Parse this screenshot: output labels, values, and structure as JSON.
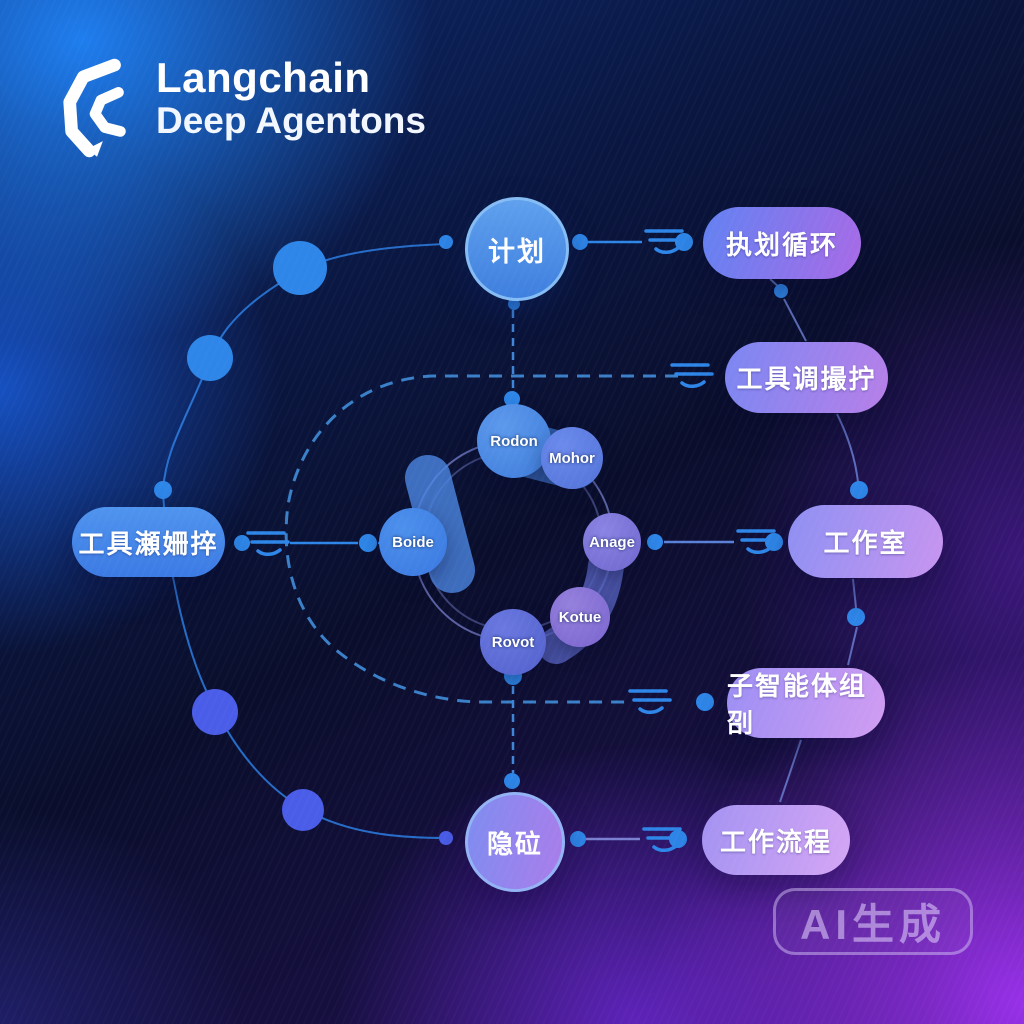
{
  "brand": {
    "name": "Langchain",
    "subtitle": "Deep Agentons"
  },
  "badge": {
    "label": "AI生成"
  },
  "diagram": {
    "plan_node": {
      "label": "计划"
    },
    "secret_node": {
      "label": "隐砬"
    },
    "left_pill": {
      "label": "工具瀬姍捽"
    },
    "right_pills": [
      {
        "label": "执划循环"
      },
      {
        "label": "工具调撮拧"
      },
      {
        "label": "工作室"
      },
      {
        "label": "子智能体组刟"
      },
      {
        "label": "工作流程"
      }
    ],
    "ring_nodes": [
      {
        "label": "Rodon"
      },
      {
        "label": "Mohor"
      },
      {
        "label": "Anage"
      },
      {
        "label": "Kotue"
      },
      {
        "label": "Rovot"
      },
      {
        "label": "Boide"
      }
    ]
  },
  "colors": {
    "accent_blue": "#2e86e8",
    "dash_blue": "#3f8cd8",
    "ring_stroke": "#8a96eb",
    "pill_blue": "#6282f2",
    "pill_purple": "#c795f0",
    "bg_top_left": "#1f7cf0",
    "bg_bottom_right": "#9a32ee",
    "node_violet": "#4a5de8"
  }
}
